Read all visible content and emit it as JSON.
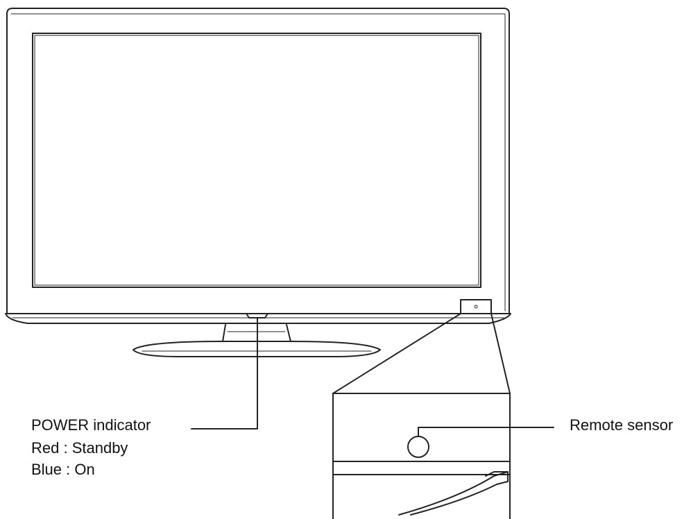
{
  "callouts": {
    "power_indicator": {
      "title": "POWER indicator",
      "states": [
        "Red : Standby",
        "Blue : On"
      ]
    },
    "remote_sensor": {
      "title": "Remote sensor"
    }
  },
  "colors": {
    "line": "#222222",
    "background": "#ffffff"
  }
}
